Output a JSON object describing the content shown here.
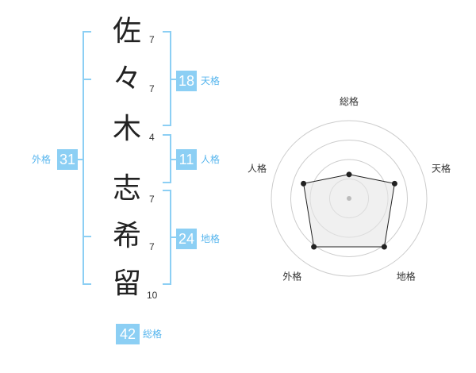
{
  "name": {
    "characters": [
      {
        "char": "佐",
        "strokes": "7"
      },
      {
        "char": "々",
        "strokes": "7"
      },
      {
        "char": "木",
        "strokes": "4"
      },
      {
        "char": "志",
        "strokes": "7"
      },
      {
        "char": "希",
        "strokes": "7"
      },
      {
        "char": "留",
        "strokes": "10"
      }
    ]
  },
  "kaku": {
    "tenkaku": {
      "value": "18",
      "label": "天格"
    },
    "jinkaku": {
      "value": "11",
      "label": "人格"
    },
    "chikaku": {
      "value": "24",
      "label": "地格"
    },
    "gaikaku": {
      "value": "31",
      "label": "外格"
    },
    "soukaku": {
      "value": "42",
      "label": "総格"
    }
  },
  "colors": {
    "bracket": "#8ccff4",
    "badge_bg": "#8ccff4",
    "badge_label": "#58b6ee",
    "radar_fill": "#f0f0f0",
    "radar_stroke": "#222222"
  },
  "chart_data": {
    "type": "radar",
    "axes": [
      "総格",
      "天格",
      "地格",
      "外格",
      "人格"
    ],
    "values": [
      2,
      4,
      5,
      5,
      4
    ],
    "rlim": [
      0,
      5
    ]
  }
}
